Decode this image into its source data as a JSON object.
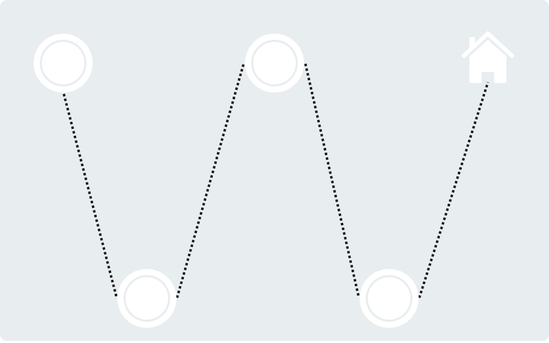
{
  "colors": {
    "background": "#e8edef",
    "node_fill": "#ffffff",
    "node_ring": "#ffffff",
    "node_gap": "#e8edef",
    "connector": "#111111",
    "home_icon": "#ffffff"
  },
  "nodes": [
    {
      "id": "node-1",
      "kind": "circle"
    },
    {
      "id": "node-2",
      "kind": "circle"
    },
    {
      "id": "node-3",
      "kind": "circle"
    },
    {
      "id": "node-4",
      "kind": "circle"
    },
    {
      "id": "home",
      "kind": "home-icon"
    }
  ],
  "connectors": [
    {
      "from": "node-1",
      "to": "node-2",
      "style": "dotted"
    },
    {
      "from": "node-2",
      "to": "node-3",
      "style": "dotted"
    },
    {
      "from": "node-3",
      "to": "node-4",
      "style": "dotted"
    },
    {
      "from": "node-4",
      "to": "home",
      "style": "dotted"
    }
  ]
}
